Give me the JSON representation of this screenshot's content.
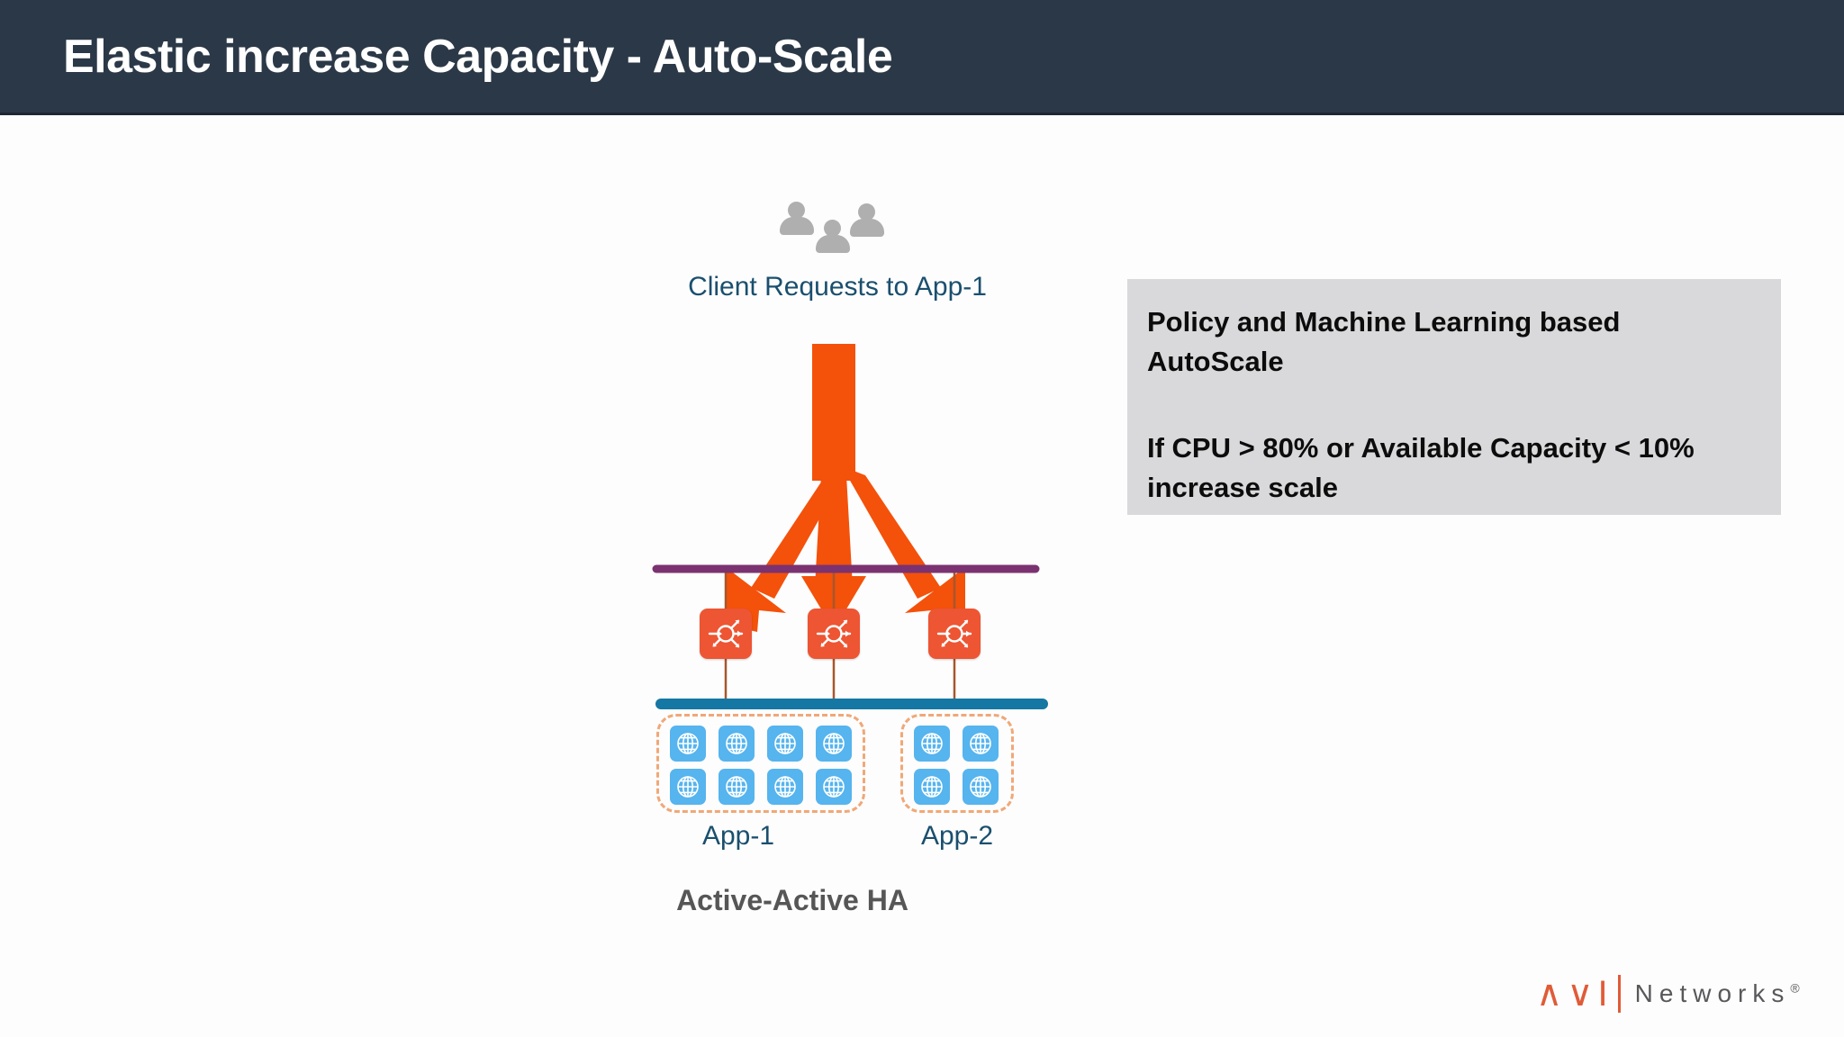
{
  "slide": {
    "title": "Elastic increase Capacity - Auto-Scale",
    "title_bar_color": "#2b3847",
    "background_color": "#fdfdfd"
  },
  "info_panel": {
    "background_color": "#d9d9db",
    "paragraph_1": "Policy and Machine Learning based AutoScale",
    "paragraph_2": "If CPU > 80% or Available Capacity < 10% increase scale"
  },
  "diagram": {
    "client_label": "Client Requests to App-1",
    "client_icon_name": "users-icon",
    "client_icon_count": 3,
    "traffic_arrow_color": "#f4510b",
    "frontend_network_line_color": "#7b3270",
    "backend_network_line_color": "#1577a3",
    "connector_line_color": "#a6572c",
    "service_engines": [
      {
        "name": "service-engine-1",
        "icon": "load-balancer-icon"
      },
      {
        "name": "service-engine-2",
        "icon": "load-balancer-icon"
      },
      {
        "name": "service-engine-3",
        "icon": "load-balancer-icon"
      }
    ],
    "service_engine_color": "#ed5533",
    "pools": [
      {
        "label": "App-1",
        "server_count": 8,
        "columns": 4,
        "rows": 2,
        "border_color": "#f0a878",
        "server_color": "#56b4ee",
        "server_icon": "globe-server-icon"
      },
      {
        "label": "App-2",
        "server_count": 4,
        "columns": 2,
        "rows": 2,
        "border_color": "#f0a878",
        "server_color": "#56b4ee",
        "server_icon": "globe-server-icon"
      }
    ],
    "ha_label": "Active-Active HA"
  },
  "logo": {
    "mark": "∧∨I",
    "word": "Networks",
    "registered": "®",
    "mark_color": "#e05b38",
    "word_color": "#58585b"
  }
}
